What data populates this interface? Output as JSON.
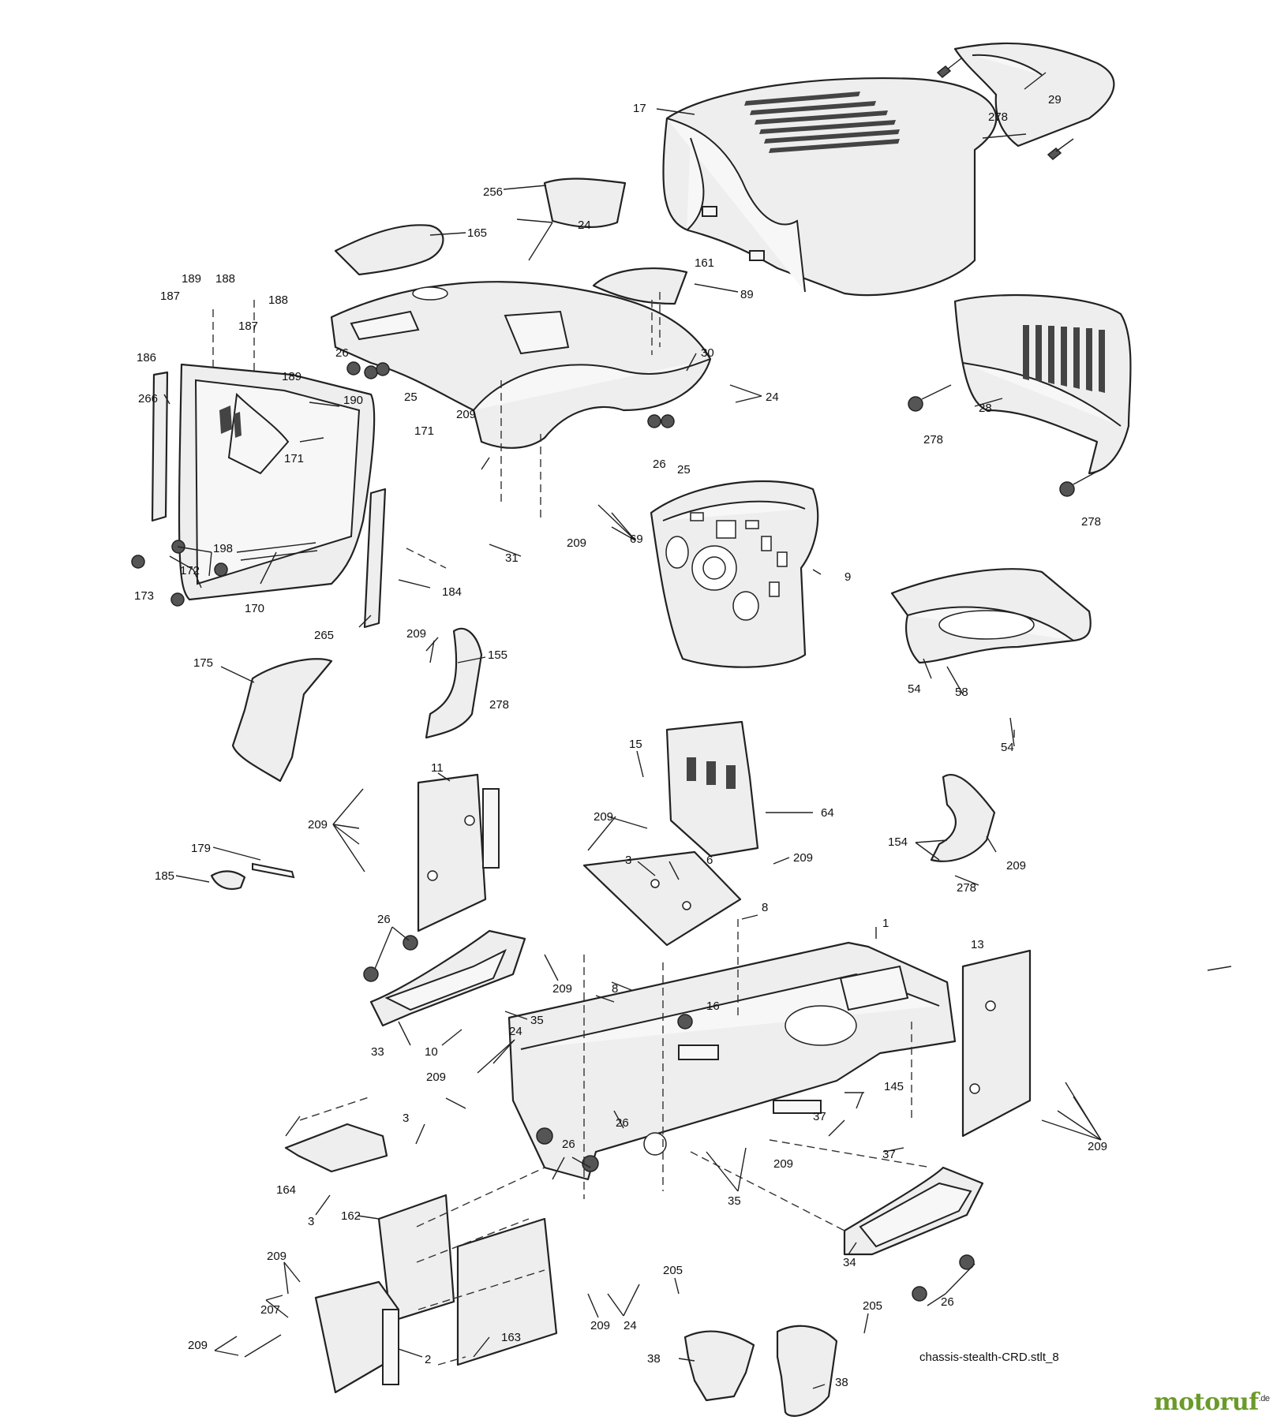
{
  "diagram": {
    "caption": "chassis-stealth-CRD.stlt_8",
    "logo_main": "motoruf",
    "logo_suffix": ".de",
    "labels": {
      "l17": "17",
      "l29": "29",
      "l278a": "278",
      "l256": "256",
      "l165": "165",
      "l24a": "24",
      "l161": "161",
      "l89": "89",
      "l189a": "189",
      "l188a": "188",
      "l187a": "187",
      "l188b": "188",
      "l187b": "187",
      "l186": "186",
      "l189b": "189",
      "l26a": "26",
      "l25a": "25",
      "l30": "30",
      "l24b": "24",
      "l28": "28",
      "l266": "266",
      "l190": "190",
      "l209a": "209",
      "l171a": "171",
      "l171b": "171",
      "l26b": "26",
      "l25b": "25",
      "l278b": "278",
      "l31": "31",
      "l209b": "209",
      "l69": "69",
      "l278c": "278",
      "l198": "198",
      "l172": "172",
      "l173": "173",
      "l170": "170",
      "l184": "184",
      "l9": "9",
      "l265": "265",
      "l209c": "209",
      "l155": "155",
      "l175": "175",
      "l54a": "54",
      "l58": "58",
      "l278d": "278",
      "l54b": "54",
      "l15": "15",
      "l11": "11",
      "l64": "64",
      "l209d": "209",
      "l209e": "209",
      "l209f": "209",
      "l3a": "3",
      "l6": "6",
      "l154": "154",
      "l209g": "209",
      "l179": "179",
      "l185": "185",
      "l278e": "278",
      "l8a": "8",
      "l26c": "26",
      "l1": "1",
      "l209h": "209",
      "l8b": "8",
      "l16": "16",
      "l13": "13",
      "l35a": "35",
      "l33": "33",
      "l10": "10",
      "l24c": "24",
      "l209i": "209",
      "l145": "145",
      "l26d": "26",
      "l37a": "37",
      "l3b": "3",
      "l26e": "26",
      "l209j": "209",
      "l37b": "37",
      "l209k": "209",
      "l164": "164",
      "l3c": "3",
      "l162": "162",
      "l35b": "35",
      "l34": "34",
      "l209l": "209",
      "l207": "207",
      "l163": "163",
      "l209m": "209",
      "l24d": "24",
      "l205a": "205",
      "l205b": "205",
      "l26f": "26",
      "l209n": "209",
      "l38a": "38",
      "l38b": "38",
      "l2": "2"
    }
  }
}
